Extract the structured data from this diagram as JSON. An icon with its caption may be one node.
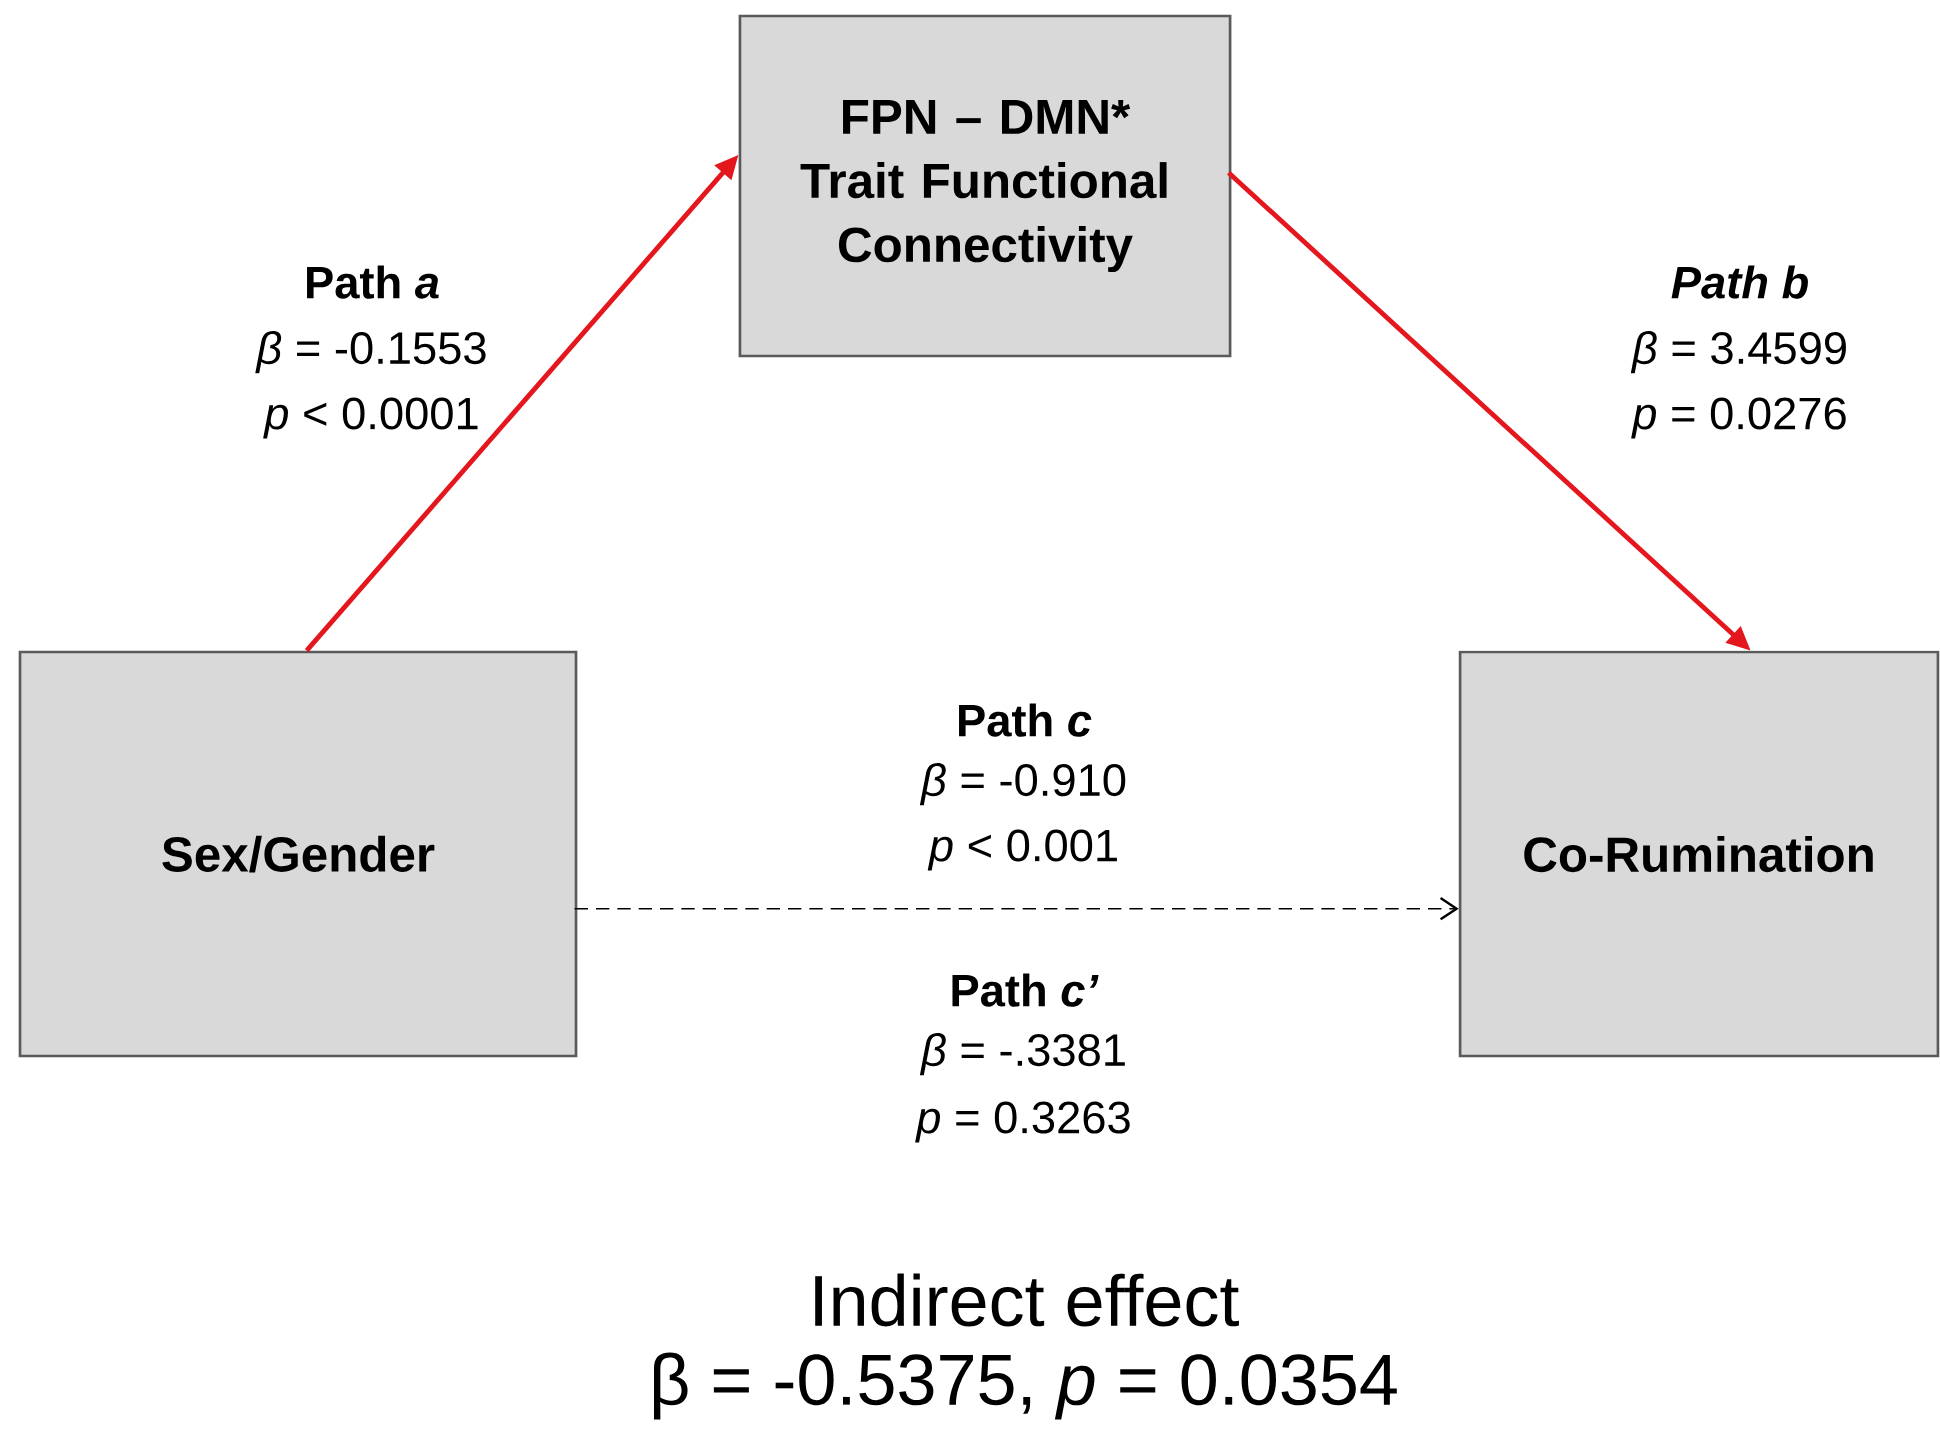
{
  "diagram": {
    "nodes": [
      {
        "text": [
          "FPN – DMN*",
          "Trait Functional Connectivity"
        ]
      },
      {
        "text": [
          "Sex/Gender"
        ]
      },
      {
        "text": [
          "Co-Rumination"
        ]
      }
    ],
    "edges": [
      {
        "from": 1,
        "to": 0,
        "arrow": "to"
      },
      {
        "from": 0,
        "to": 2,
        "arrow": "to"
      },
      {
        "from": 1,
        "to": 2,
        "arrow": "to",
        "style": "dashed",
        "color": "#000000"
      }
    ],
    "labels": [
      "Path *a*",
      "*β* = -0.1553",
      "*p* < 0.0001",
      "Path b",
      "*β* = 3.4599",
      "*p* = 0.0276",
      "Path *c*",
      "*β* = -0.910",
      "*p* < 0.001",
      "Path *c’*",
      "*β* = -.3381",
      "*p* = 0.3263",
      "Indirect effect",
      "β = -0.5375, *p* = 0.0354"
    ]
  }
}
